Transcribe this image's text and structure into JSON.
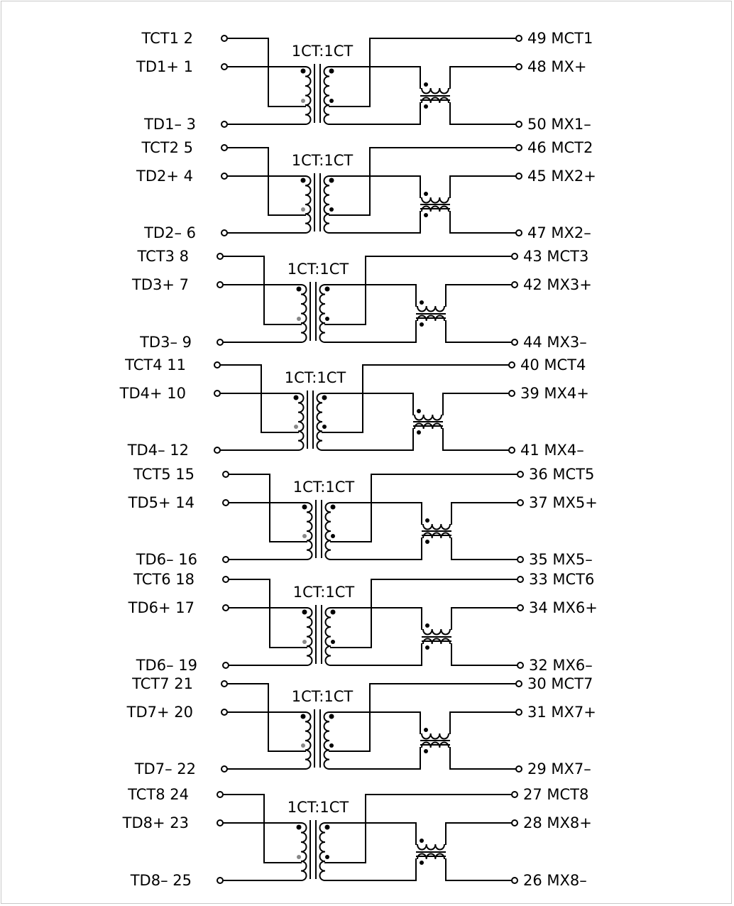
{
  "channels": [
    {
      "left_ct": "TCT1 2",
      "left_p": "TD1+ 1",
      "left_n": "TD1- 3",
      "ratio": "1CT:1CT",
      "right_ct": "49 MCT1",
      "right_p": "48 MX+",
      "right_n": "50 MX1-"
    },
    {
      "left_ct": "TCT2 5",
      "left_p": "TD2+ 4",
      "left_n": "TD2- 6",
      "ratio": "1CT:1CT",
      "right_ct": "46 MCT2",
      "right_p": "45 MX2+",
      "right_n": "47 MX2-"
    },
    {
      "left_ct": "TCT3 8",
      "left_p": "TD3+ 7",
      "left_n": "TD3- 9",
      "ratio": "1CT:1CT",
      "right_ct": "43 MCT3",
      "right_p": "42 MX3+",
      "right_n": "44 MX3-"
    },
    {
      "left_ct": "TCT4 11",
      "left_p": "TD4+ 10",
      "left_n": "TD4- 12",
      "ratio": "1CT:1CT",
      "right_ct": "40 MCT4",
      "right_p": "39 MX4+",
      "right_n": "41 MX4-"
    },
    {
      "left_ct": "TCT5 15",
      "left_p": "TD5+ 14",
      "left_n": "TD6- 16",
      "ratio": "1CT:1CT",
      "right_ct": "36 MCT5",
      "right_p": "37 MX5+",
      "right_n": "35 MX5-"
    },
    {
      "left_ct": "TCT6 18",
      "left_p": "TD6+ 17",
      "left_n": "TD6- 19",
      "ratio": "1CT:1CT",
      "right_ct": "33 MCT6",
      "right_p": "34 MX6+",
      "right_n": "32 MX6-"
    },
    {
      "left_ct": "TCT7 21",
      "left_p": "TD7+ 20",
      "left_n": "TD7- 22",
      "ratio": "1CT:1CT",
      "right_ct": "30 MCT7",
      "right_p": "31 MX7+",
      "right_n": "29 MX7-"
    },
    {
      "left_ct": "TCT8 24",
      "left_p": "TD8+ 23",
      "left_n": "TD8- 25",
      "ratio": "1CT:1CT",
      "right_ct": "27 MCT8",
      "right_p": "28 MX8+",
      "right_n": "26 MX8-"
    }
  ]
}
